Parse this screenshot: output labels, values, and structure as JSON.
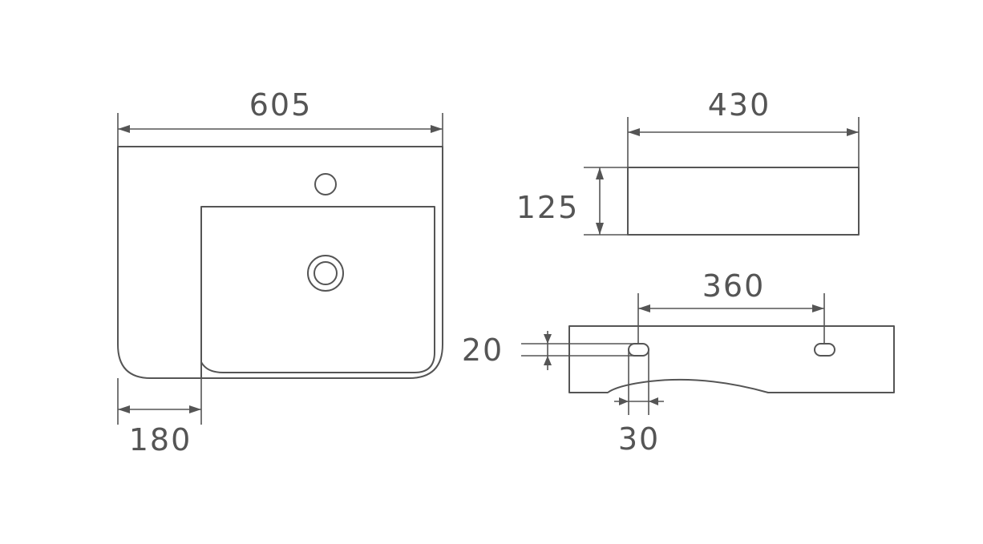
{
  "colors": {
    "line": "#555555",
    "background": "#ffffff"
  },
  "dimensions": {
    "top_width": "605",
    "left_offset": "180",
    "side_width": "430",
    "side_height": "125",
    "holes_spacing": "360",
    "hole_height": "20",
    "hole_width": "30"
  }
}
